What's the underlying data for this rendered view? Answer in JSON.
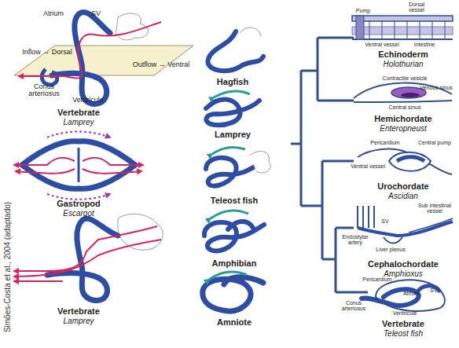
{
  "diagram": {
    "labels": [
      "Atrium",
      "SV",
      "Inflow → Dorsal",
      "Outflow → Ventral",
      "Conus arteriosus",
      "Ventricule",
      "Vertebrate",
      "Lamprey",
      "Hagfish",
      "Lamprey",
      "Teleost fish",
      "Amphibian",
      "Amniote",
      "Gastropod",
      "Escargot",
      "Vertebrate",
      "Lamprey",
      "Simões-Costa et al., 2004 (adaptado)",
      "Pump",
      "Dorsal vessel",
      "Ventral vessel",
      "Intestine",
      "Echinoderm",
      "Holothurian",
      "Contractile vesicle",
      "Venous sinus",
      "Central sinus",
      "Hemichordate",
      "Enteropneust",
      "Pericardium",
      "Central pump",
      "Ventral vessel",
      "Urochordate",
      "Ascidian",
      "SV",
      "Sub intestinal vessel",
      "Endostylar artery",
      "Liver plexus",
      "Cephalochordate",
      "Amphioxus",
      "Pericardium",
      "Atrium",
      "SV",
      "Conus arteriosus",
      "Ventricule",
      "Vertebrate",
      "Teleost fish"
    ]
  }
}
